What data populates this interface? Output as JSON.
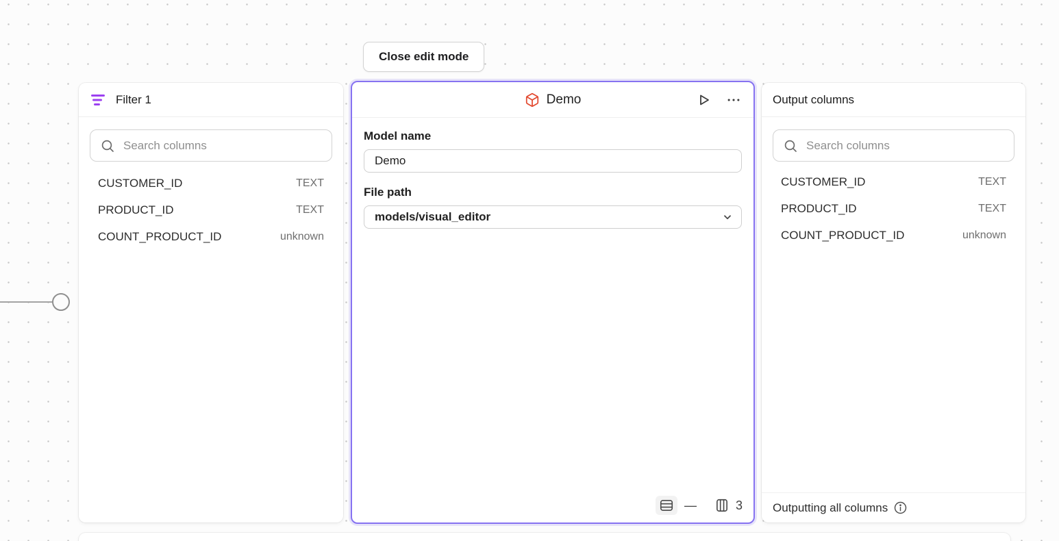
{
  "canvas": {
    "close_edit_button_label": "Close edit mode"
  },
  "filter_panel": {
    "title": "Filter 1",
    "search_placeholder": "Search columns",
    "columns": [
      {
        "name": "CUSTOMER_ID",
        "type": "TEXT"
      },
      {
        "name": "PRODUCT_ID",
        "type": "TEXT"
      },
      {
        "name": "COUNT_PRODUCT_ID",
        "type": "unknown"
      }
    ]
  },
  "model_panel": {
    "title": "Demo",
    "model_name_label": "Model name",
    "model_name_value": "Demo",
    "file_path_label": "File path",
    "file_path_value": "models/visual_editor",
    "row_count": "—",
    "column_count": "3"
  },
  "output_panel": {
    "title": "Output columns",
    "search_placeholder": "Search columns",
    "columns": [
      {
        "name": "CUSTOMER_ID",
        "type": "TEXT"
      },
      {
        "name": "PRODUCT_ID",
        "type": "TEXT"
      },
      {
        "name": "COUNT_PRODUCT_ID",
        "type": "unknown"
      }
    ],
    "footer_text": "Outputting all columns"
  },
  "colors": {
    "selected_node_border": "#8672f1",
    "filter_icon_purple": "#9c40f0",
    "model_icon_red": "#e2492f",
    "canvas_background": "#fcfcfc"
  }
}
